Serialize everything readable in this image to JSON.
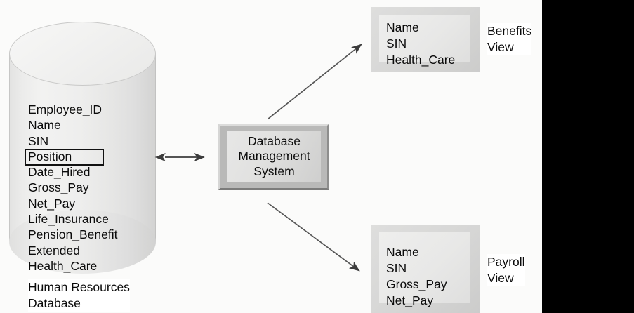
{
  "diagram": {
    "title": "Database Management System views diagram",
    "background_color": "#fbfbfa",
    "gutter_color": "#000000",
    "text_color": "#0b0b0b"
  },
  "database": {
    "caption_line1": "Human Resources",
    "caption_line2": "Database",
    "highlighted_field": "Position",
    "fields": [
      {
        "label": "Employee_ID",
        "highlighted": false
      },
      {
        "label": "Name",
        "highlighted": false
      },
      {
        "label": "SIN",
        "highlighted": false
      },
      {
        "label": "Position",
        "highlighted": true
      },
      {
        "label": "Date_Hired",
        "highlighted": false
      },
      {
        "label": "Gross_Pay",
        "highlighted": false
      },
      {
        "label": "Net_Pay",
        "highlighted": false
      },
      {
        "label": "Life_Insurance",
        "highlighted": false
      },
      {
        "label": "Pension_Benefit",
        "highlighted": false
      },
      {
        "label": "Extended",
        "highlighted": false
      },
      {
        "label": "Health_Care",
        "highlighted": false
      }
    ]
  },
  "dbms": {
    "line1": "Database",
    "line2": "Management",
    "line3": "System"
  },
  "views": [
    {
      "id": "benefits",
      "label_line1": "Benefits",
      "label_line2": "View",
      "fields": [
        "Name",
        "SIN",
        "Health_Care"
      ]
    },
    {
      "id": "payroll",
      "label_line1": "Payroll",
      "label_line2": "View",
      "fields": [
        "Name",
        "SIN",
        "Gross_Pay",
        "Net_Pay"
      ]
    }
  ],
  "connectors": [
    {
      "name": "database-to-dbms",
      "style": "double-headed-arrow",
      "from": "Human Resources Database",
      "to": "Database Management System"
    },
    {
      "name": "dbms-to-benefits-view",
      "style": "single-arrow",
      "from": "Database Management System",
      "to": "Benefits View"
    },
    {
      "name": "dbms-to-payroll-view",
      "style": "single-arrow",
      "from": "Database Management System",
      "to": "Payroll View"
    }
  ]
}
